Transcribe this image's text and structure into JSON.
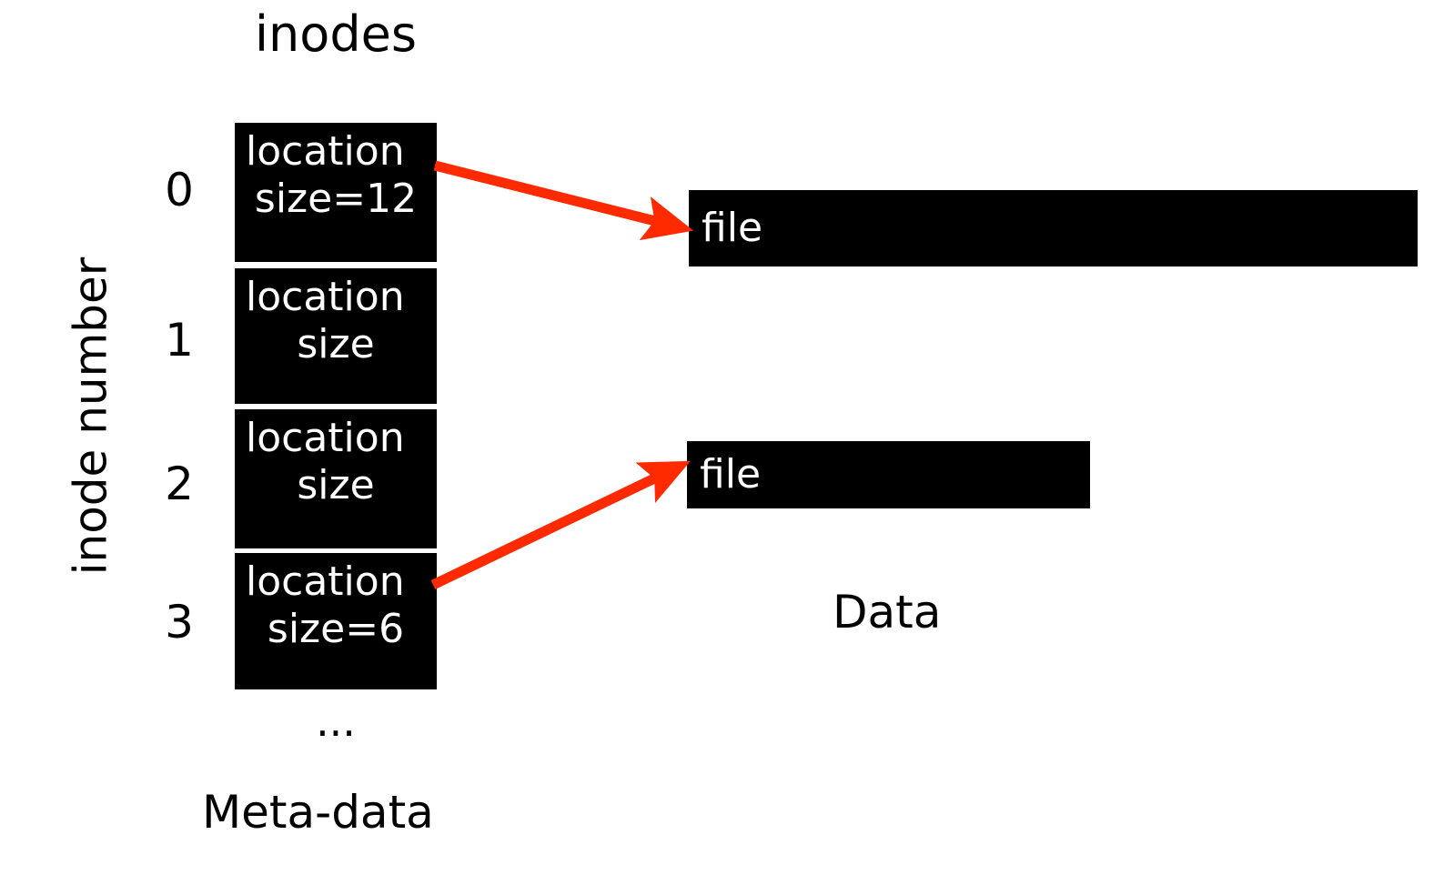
{
  "diagram": {
    "title_inodes": "inodes",
    "axis_label": "inode number",
    "ellipsis": "...",
    "metadata_label": "Meta-data",
    "data_label": "Data",
    "colors": {
      "background": "#ffffff",
      "block": "#000000",
      "block_text": "#ffffff",
      "arrow": "#ff2a00",
      "text": "#000000"
    },
    "inode_numbers": [
      "0",
      "1",
      "2",
      "3"
    ],
    "inodes": [
      {
        "number": "0",
        "line1": "location",
        "line2": "size=12"
      },
      {
        "number": "1",
        "line1": "location",
        "line2": "size"
      },
      {
        "number": "2",
        "line1": "location",
        "line2": "size"
      },
      {
        "number": "3",
        "line1": "location",
        "line2": "size=6"
      }
    ],
    "files": [
      {
        "label": "file",
        "size": "12"
      },
      {
        "label": "file",
        "size": "6"
      }
    ],
    "arrows": [
      {
        "from_inode": "0",
        "to_file": "file-block-0"
      },
      {
        "from_inode": "3",
        "to_file": "file-block-1"
      }
    ]
  }
}
